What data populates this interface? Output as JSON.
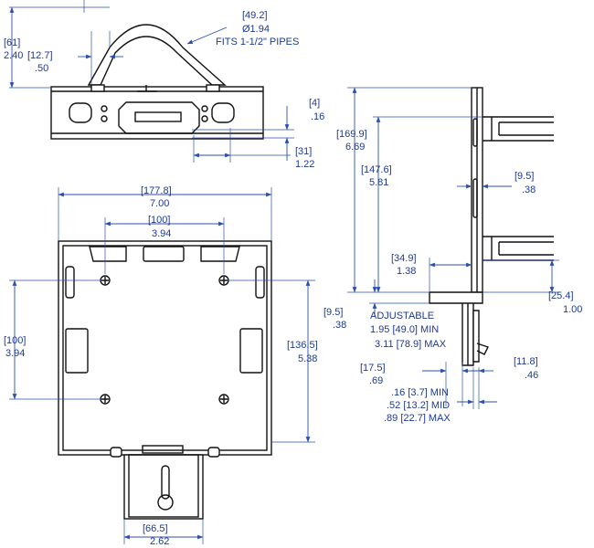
{
  "dimensions": {
    "pipe_mm": "[49.2]",
    "pipe_in": "Ø1.94",
    "fits_pipes": "FITS 1-1/2\" PIPES",
    "top_h_mm": "[61]",
    "top_h_in": "2.40",
    "top_ear_mm": "[12.7]",
    "top_ear_in": ".50",
    "slot_mm": "[4]",
    "slot_in": ".16",
    "slot_off_mm": "[31]",
    "slot_off_in": "1.22",
    "width_mm": "[177.8]",
    "width_in": "7.00",
    "hole_w_mm": "[100]",
    "hole_w_in": "3.94",
    "hole_h_mm": "[100]",
    "hole_h_in": "3.94",
    "plate_h_mm": "[136.5]",
    "plate_h_in": "5.38",
    "tab_w_mm": "[66.5]",
    "tab_w_in": "2.62",
    "side_total_mm": "[169.9]",
    "side_total_in": "6.69",
    "side_inner_mm": "[147.6]",
    "side_inner_in": "5.81",
    "side_thk_mm": "[9.5]",
    "side_thk_in": ".38",
    "depth_mm": "[34.9]",
    "depth_in": "1.38",
    "clamp_mm": "[25.4]",
    "clamp_in": "1.00",
    "base_mm": "[9.5]",
    "base_in": ".38",
    "adjustable": "ADJUSTABLE",
    "adj_min": "1.95 [49.0] MIN",
    "adj_max": "3.11 [78.9] MAX",
    "lip_mm": "[17.5]",
    "lip_in": ".69",
    "gap_mm": "[11.8]",
    "gap_in": ".46",
    "gap_min": ".16 [3.7] MIN",
    "gap_mid": ".52 [13.2] MID",
    "gap_max": ".89 [22.7] MAX"
  },
  "colors": {
    "line": "#111111",
    "dimension": "#2a4fb0",
    "text": "#1f3a8f"
  }
}
